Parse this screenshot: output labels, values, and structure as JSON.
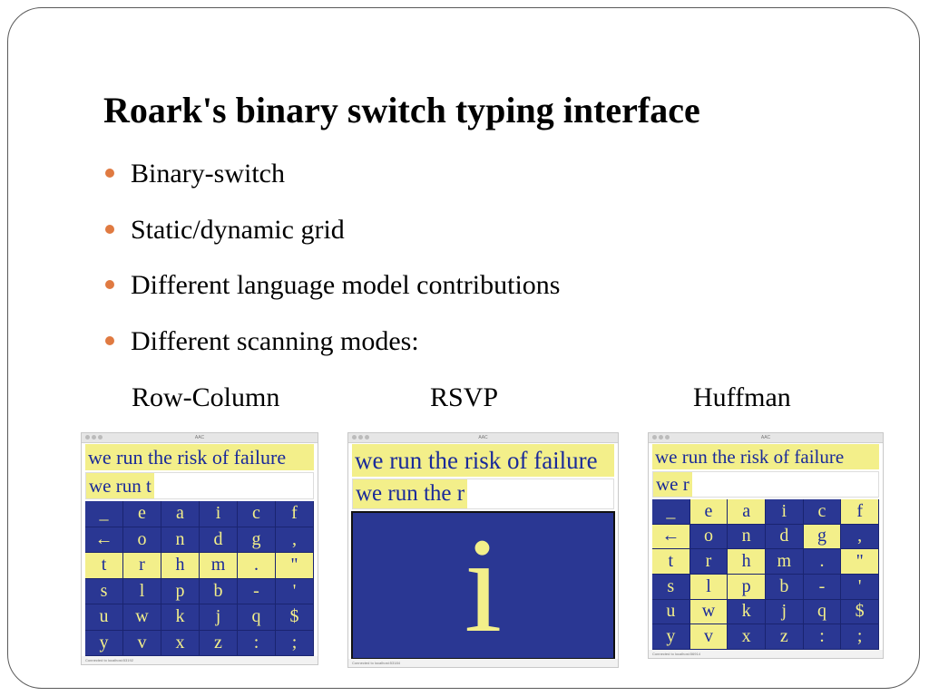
{
  "slide": {
    "title": "Roark's binary switch typing interface",
    "bullets": [
      "Binary-switch",
      "Static/dynamic grid",
      "Different language model contributions",
      "Different scanning modes:"
    ],
    "scanning_modes": [
      "Row-Column",
      "RSVP",
      "Huffman"
    ]
  },
  "screenshots": {
    "row_column": {
      "window_title": "AAC",
      "target_text": "we run the risk of failure",
      "typed_text": "we run t",
      "status": "Connected to localhost:53192",
      "grid": [
        [
          "_",
          "e",
          "a",
          "i",
          "c",
          "f"
        ],
        [
          "←",
          "o",
          "n",
          "d",
          "g",
          ","
        ],
        [
          "t",
          "r",
          "h",
          "m",
          ".",
          "\""
        ],
        [
          "s",
          "l",
          "p",
          "b",
          "-",
          "'"
        ],
        [
          "u",
          "w",
          "k",
          "j",
          "q",
          "$"
        ],
        [
          "y",
          "v",
          "x",
          "z",
          ":",
          ";"
        ]
      ],
      "highlighted_row": 2
    },
    "rsvp": {
      "window_title": "AAC",
      "target_text": "we run the risk of failure",
      "typed_text": "we run the r",
      "current_symbol": "i",
      "status": "Connected to localhost:53184"
    },
    "huffman": {
      "window_title": "AAC",
      "target_text": "we run the risk of failure",
      "typed_text": "we r",
      "status": "Connected to localhost:56914",
      "grid": [
        [
          "_",
          "e",
          "a",
          "i",
          "c",
          "f"
        ],
        [
          "←",
          "o",
          "n",
          "d",
          "g",
          ","
        ],
        [
          "t",
          "r",
          "h",
          "m",
          ".",
          "\""
        ],
        [
          "s",
          "l",
          "p",
          "b",
          "-",
          "'"
        ],
        [
          "u",
          "w",
          "k",
          "j",
          "q",
          "$"
        ],
        [
          "y",
          "v",
          "x",
          "z",
          ":",
          ";"
        ]
      ],
      "highlighted_cells": [
        [
          0,
          1
        ],
        [
          0,
          2
        ],
        [
          0,
          5
        ],
        [
          1,
          0
        ],
        [
          1,
          4
        ],
        [
          2,
          0
        ],
        [
          2,
          2
        ],
        [
          2,
          5
        ],
        [
          3,
          1
        ],
        [
          3,
          2
        ],
        [
          4,
          1
        ],
        [
          5,
          1
        ]
      ]
    }
  },
  "colors": {
    "bullet": "#e07a41",
    "grid_background": "#2a3793",
    "highlight": "#f3ef8a",
    "text_on_highlight": "#1a2a9a"
  }
}
